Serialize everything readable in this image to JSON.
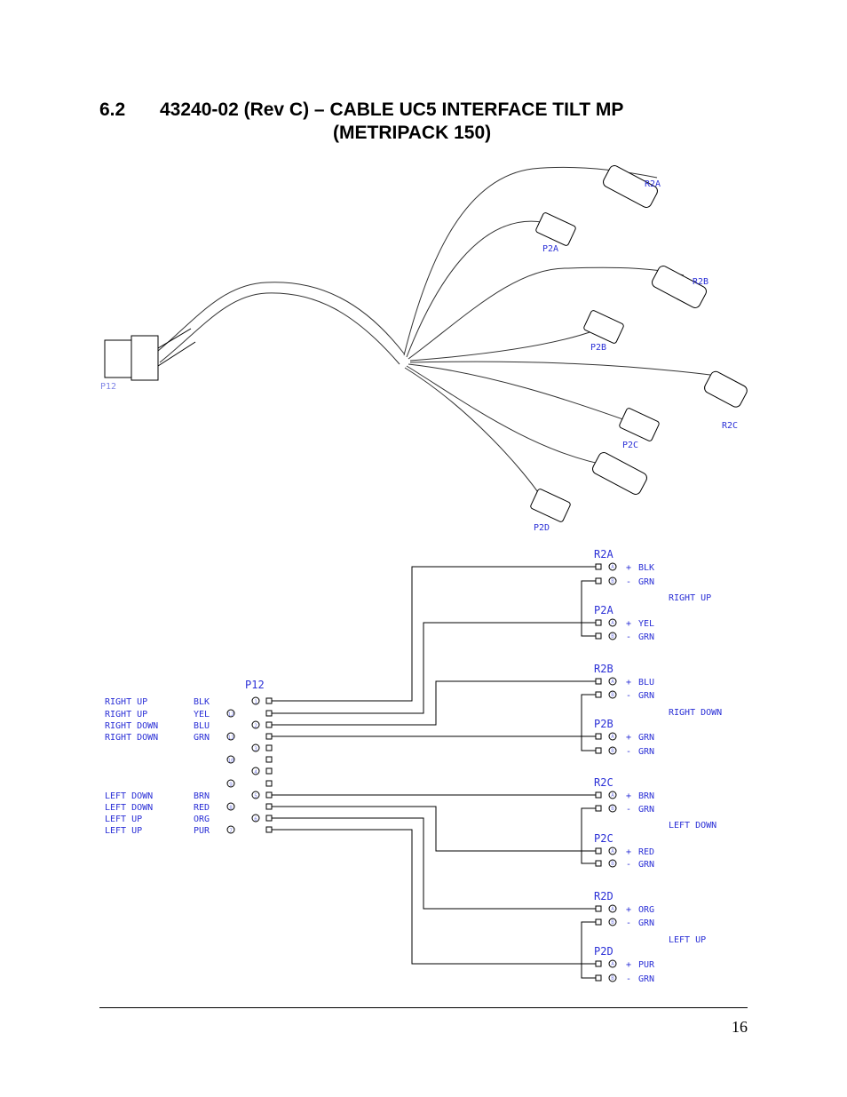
{
  "heading": {
    "number": "6.2",
    "title_line1": "43240-02 (Rev C) – CABLE UC5 INTERFACE TILT MP",
    "title_line2": "(METRIPACK 150)"
  },
  "page_number": "16",
  "harness_drawing": {
    "connector_labels": [
      "P12",
      "R2A",
      "P2A",
      "R2B",
      "P2B",
      "R2C",
      "P2C",
      "P2D"
    ]
  },
  "schematic": {
    "main_connector": "P12",
    "left_rows": [
      {
        "func": "RIGHT UP",
        "color": "BLK",
        "pin": "1"
      },
      {
        "func": "RIGHT UP",
        "color": "YEL",
        "pin": "12"
      },
      {
        "func": "RIGHT DOWN",
        "color": "BLU",
        "pin": "2"
      },
      {
        "func": "RIGHT DOWN",
        "color": "GRN",
        "pin": "11"
      },
      {
        "func": "",
        "color": "",
        "pin": "3"
      },
      {
        "func": "",
        "color": "",
        "pin": "10"
      },
      {
        "func": "",
        "color": "",
        "pin": "4"
      },
      {
        "func": "",
        "color": "",
        "pin": "9"
      },
      {
        "func": "LEFT DOWN",
        "color": "BRN",
        "pin": "5"
      },
      {
        "func": "LEFT DOWN",
        "color": "RED",
        "pin": "8"
      },
      {
        "func": "LEFT UP",
        "color": "ORG",
        "pin": "6"
      },
      {
        "func": "LEFT UP",
        "color": "PUR",
        "pin": "7"
      }
    ],
    "groups": [
      {
        "label": "RIGHT UP",
        "connectors": [
          {
            "name": "R2A",
            "pins": [
              {
                "pin": "A",
                "sign": "+",
                "color": "BLK"
              },
              {
                "pin": "B",
                "sign": "-",
                "color": "GRN"
              }
            ]
          },
          {
            "name": "P2A",
            "pins": [
              {
                "pin": "A",
                "sign": "+",
                "color": "YEL"
              },
              {
                "pin": "B",
                "sign": "-",
                "color": "GRN"
              }
            ]
          }
        ]
      },
      {
        "label": "RIGHT DOWN",
        "connectors": [
          {
            "name": "R2B",
            "pins": [
              {
                "pin": "A",
                "sign": "+",
                "color": "BLU"
              },
              {
                "pin": "B",
                "sign": "-",
                "color": "GRN"
              }
            ]
          },
          {
            "name": "P2B",
            "pins": [
              {
                "pin": "A",
                "sign": "+",
                "color": "GRN"
              },
              {
                "pin": "B",
                "sign": "-",
                "color": "GRN"
              }
            ]
          }
        ]
      },
      {
        "label": "LEFT DOWN",
        "connectors": [
          {
            "name": "R2C",
            "pins": [
              {
                "pin": "A",
                "sign": "+",
                "color": "BRN"
              },
              {
                "pin": "B",
                "sign": "-",
                "color": "GRN"
              }
            ]
          },
          {
            "name": "P2C",
            "pins": [
              {
                "pin": "A",
                "sign": "+",
                "color": "RED"
              },
              {
                "pin": "B",
                "sign": "-",
                "color": "GRN"
              }
            ]
          }
        ]
      },
      {
        "label": "LEFT UP",
        "connectors": [
          {
            "name": "R2D",
            "pins": [
              {
                "pin": "A",
                "sign": "+",
                "color": "ORG"
              },
              {
                "pin": "B",
                "sign": "-",
                "color": "GRN"
              }
            ]
          },
          {
            "name": "P2D",
            "pins": [
              {
                "pin": "A",
                "sign": "+",
                "color": "PUR"
              },
              {
                "pin": "B",
                "sign": "-",
                "color": "GRN"
              }
            ]
          }
        ]
      }
    ]
  }
}
